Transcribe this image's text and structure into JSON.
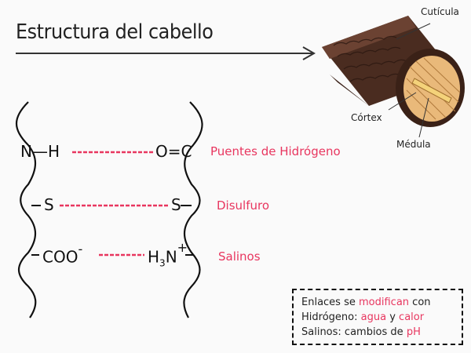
{
  "title": "Estructura del cabello",
  "hair_labels": {
    "cuticle": "Cutícula",
    "cortex": "Córtex",
    "medulla": "Médula"
  },
  "bonds": [
    {
      "label": "Puentes de Hidrógeno",
      "left_group": "N—H",
      "right_group": "O=C"
    },
    {
      "label": "Disulfuro",
      "left_group": "S",
      "right_group": "S"
    },
    {
      "label": "Salinos",
      "left_group": "COO",
      "left_charge": "-",
      "right_group_a": "H",
      "right_sub": "3",
      "right_group_b": "N",
      "right_charge": "+"
    }
  ],
  "note": {
    "line1_a": "Enlaces se",
    "line1_hl": "modifican",
    "line1_b": "con",
    "line2_a": "Hidrógeno:",
    "line2_hl1": "agua",
    "line2_mid": "y",
    "line2_hl2": "calor",
    "line3_a": "Salinos: cambios de",
    "line3_hl": "pH"
  },
  "colors": {
    "accent": "#e8365f",
    "ink": "#111111",
    "hair_dark": "#4a2c20",
    "hair_core": "#e9b97a"
  }
}
